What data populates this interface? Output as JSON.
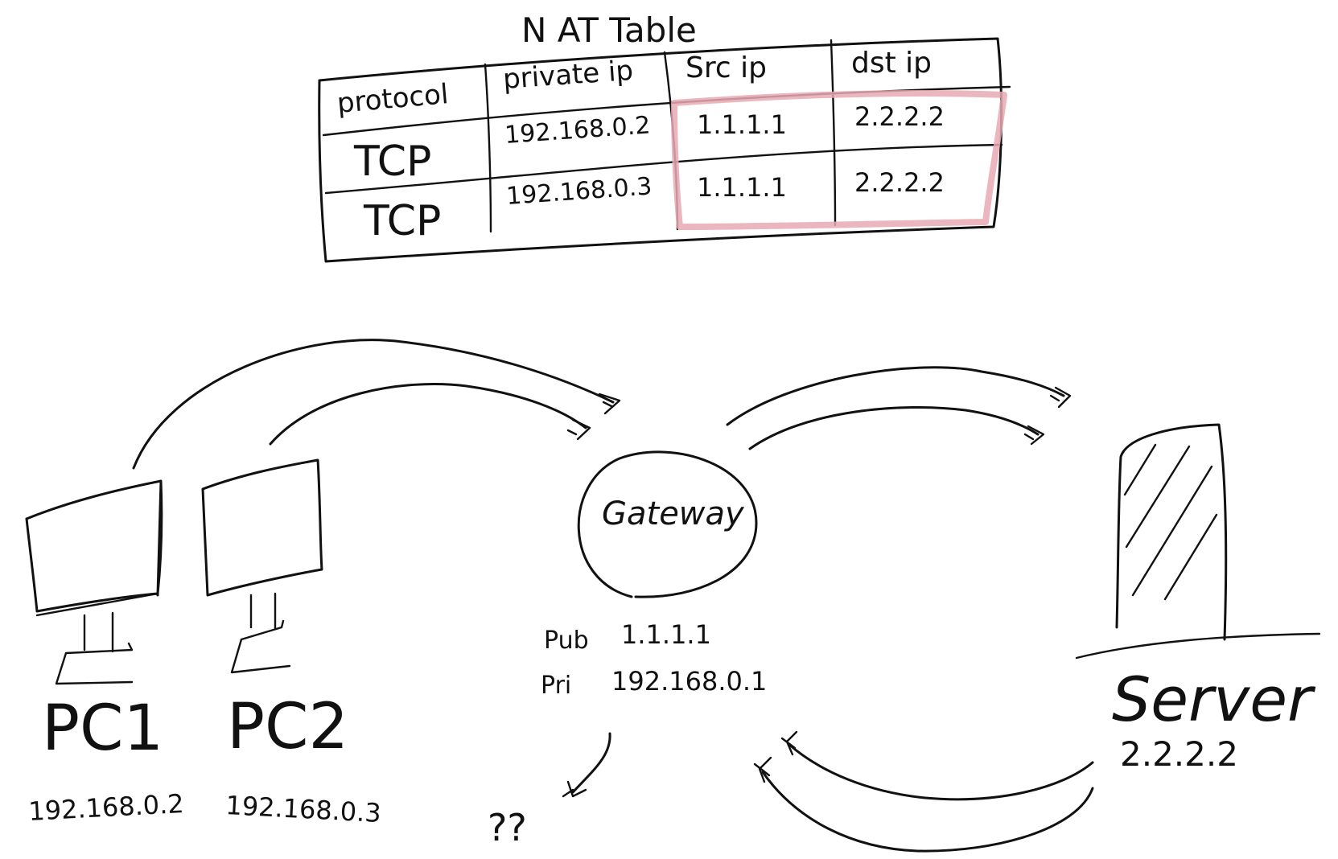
{
  "nat_table": {
    "title": "N AT  Table",
    "headers": [
      "protocol",
      "private ip",
      "Src ip",
      "dst ip"
    ],
    "rows": [
      [
        "TCP",
        "192.168.0.2",
        "1.1.1.1",
        "2.2.2.2"
      ],
      [
        "TCP",
        "192.168.0.3",
        "1.1.1.1",
        "2.2.2.2"
      ]
    ],
    "highlight_color": "#e8a9b3"
  },
  "pc1": {
    "label": "PC1",
    "ip": "192.168.0.2"
  },
  "pc2": {
    "label": "PC2",
    "ip": "192.168.0.3"
  },
  "gateway": {
    "label": "Gateway",
    "pub_label": "Pub",
    "pub_ip": "1.1.1.1",
    "pri_label": "Pri",
    "pri_ip": "192.168.0.1",
    "unknown": "??"
  },
  "server": {
    "label": "Server",
    "ip": "2.2.2.2"
  }
}
